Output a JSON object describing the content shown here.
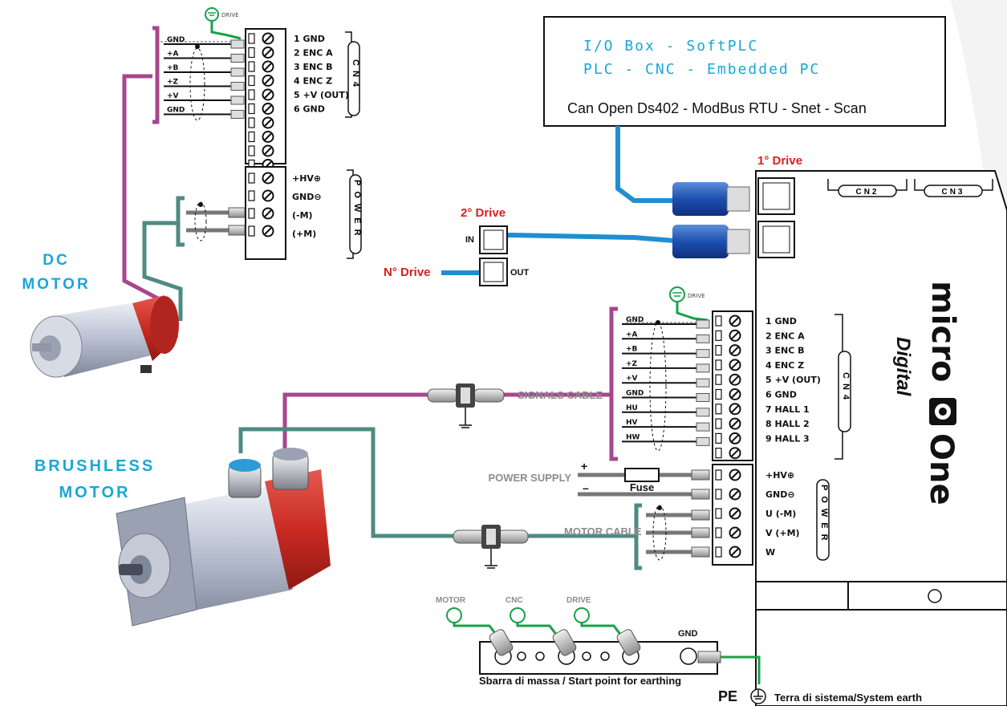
{
  "colors": {
    "signal_cable": "#a8468f",
    "power_cable": "#4e8b82",
    "bus_cable": "#1f8fd0",
    "earth": "#18a04a",
    "label_red": "#d81f1f",
    "label_cyan": "#1aa6d8",
    "motor_red": "#c92a22"
  },
  "plc_box": {
    "line1": "I/O Box - SoftPLC",
    "line2": "PLC - CNC - Embedded PC",
    "bus": "Can Open Ds402 - ModBus RTU - Snet - Scan"
  },
  "drive1_label": "1° Drive",
  "drive2_label": "2° Drive",
  "driveN_label": "N° Drive",
  "port_in": "IN",
  "port_out": "OUT",
  "brand": {
    "name_micro": "micro",
    "name_one": "One",
    "variant": "Digital",
    "cn2": "CN2",
    "cn3": "CN3"
  },
  "dc_motor": {
    "line1": "DC",
    "line2": "MOTOR"
  },
  "brushless_motor": {
    "line1": "BRUSHLESS",
    "line2": "MOTOR"
  },
  "drive_tag": "DRIVE",
  "top_cn4": {
    "tag": "CN4",
    "wires": [
      "GND",
      "+A",
      "+B",
      "+Z",
      "+V",
      "GND"
    ],
    "pins": [
      "1 GND",
      "2 ENC A",
      "3 ENC B",
      "4 ENC Z",
      "5 +V (OUT)",
      "6 GND"
    ]
  },
  "top_power": {
    "tag": "POWER",
    "pins": [
      "+HV⊕",
      "GND⊖",
      "(-M)",
      "(+M)"
    ]
  },
  "right_cn4": {
    "tag": "CN4",
    "wires": [
      "GND",
      "+A",
      "+B",
      "+Z",
      "+V",
      "GND",
      "HU",
      "HV",
      "HW"
    ],
    "pins": [
      "1 GND",
      "2 ENC A",
      "3 ENC B",
      "4 ENC Z",
      "5 +V (OUT)",
      "6 GND",
      "7 HALL 1",
      "8 HALL 2",
      "9 HALL 3"
    ]
  },
  "right_power": {
    "tag": "POWER",
    "pins": [
      "+HV⊕",
      "GND⊖",
      "U (-M)",
      "V (+M)",
      "W"
    ]
  },
  "signals_cable": "SIGNALS CABLE",
  "motor_cable": "MOTOR CABLE",
  "power_supply": "POWER SUPPLY",
  "fuse": "Fuse",
  "plus": "+",
  "minus": "–",
  "earth_bar": {
    "motor": "MOTOR",
    "cnc": "CNC",
    "drive": "DRIVE",
    "gnd": "GND",
    "caption": "Sbarra di massa / Start point for earthing",
    "pe": "PE",
    "system_earth": "Terra di sistema/System earth"
  }
}
